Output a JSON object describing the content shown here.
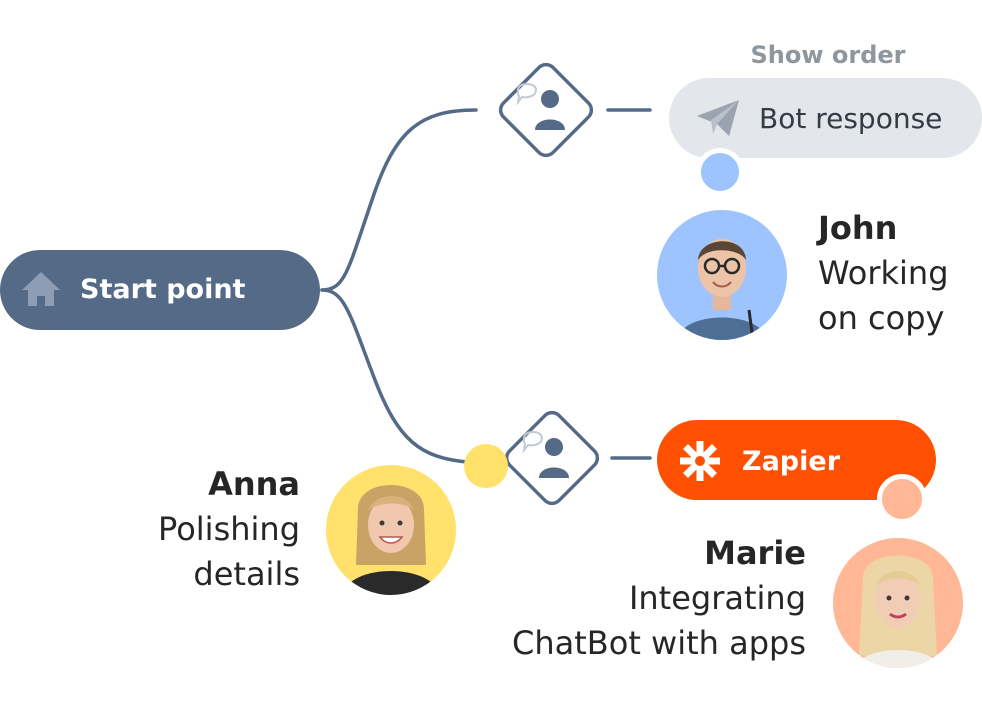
{
  "start_node": {
    "label": "Start point",
    "icon": "home-icon",
    "color": "#546a87"
  },
  "branches": [
    {
      "condition_icon": "user-chat-icon",
      "action": {
        "label": "Bot response",
        "icon": "paper-plane-icon",
        "color": "#e3e6ea",
        "caption": "Show order"
      },
      "indicator_color": "#9dc4ff",
      "collaborator": {
        "name": "John",
        "role_lines": [
          "Working",
          "on copy"
        ],
        "avatar_color": "#9dc4ff"
      }
    },
    {
      "condition_icon": "user-chat-icon",
      "action": {
        "label": "Zapier",
        "icon": "zapier-asterisk-icon",
        "color": "#ff4f00"
      },
      "indicator_color": "#ffb796",
      "collaborator": {
        "name": "Marie",
        "role_lines": [
          "Integrating",
          "ChatBot with apps"
        ],
        "avatar_color": "#ffb796"
      }
    }
  ],
  "connector_collaborator": {
    "name": "Anna",
    "role_lines": [
      "Polishing",
      "details"
    ],
    "avatar_color": "#ffe16b"
  },
  "colors": {
    "connector": "#546a87",
    "text": "#262626",
    "caption": "#8e969e"
  }
}
